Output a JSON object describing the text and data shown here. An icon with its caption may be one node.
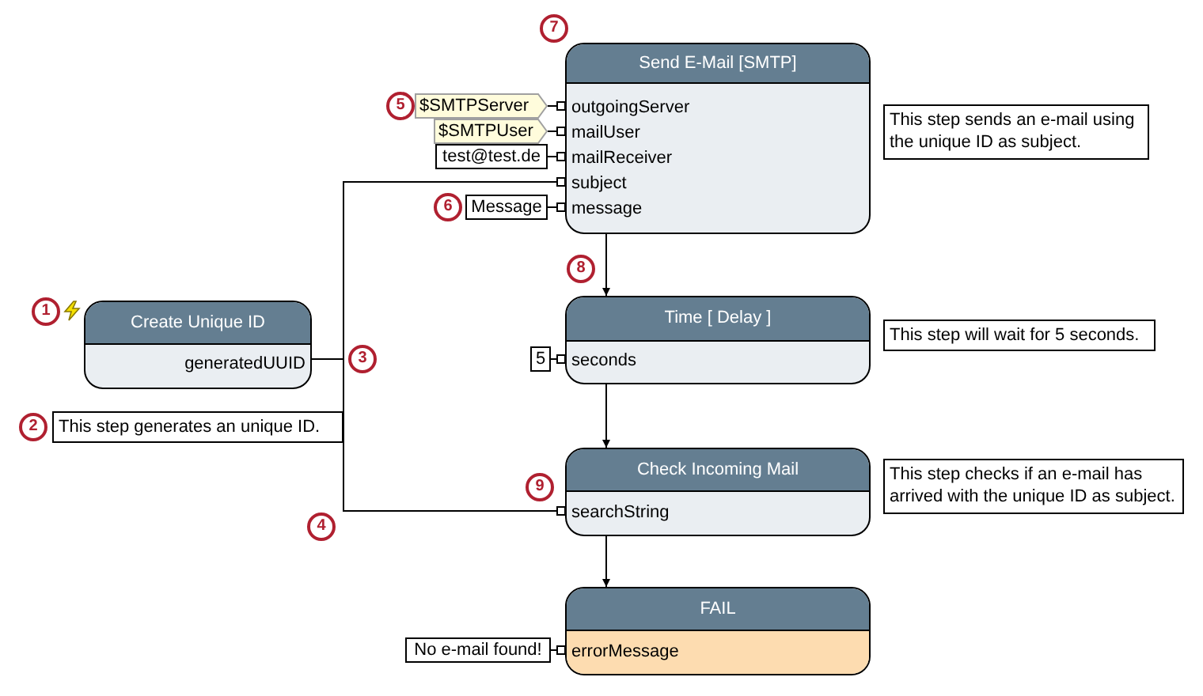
{
  "diagram": {
    "nodes": [
      {
        "text": [
          "Create Unique ID",
          "generatedUUID"
        ]
      },
      {
        "text": [
          "This step generates an unique ID."
        ]
      },
      {
        "text": [
          "$SMTPServer"
        ]
      },
      {
        "text": [
          "$SMTPUser"
        ]
      },
      {
        "text": [
          "test@test.de"
        ]
      },
      {
        "text": [
          "Message"
        ]
      },
      {
        "text": [
          "Send E-Mail [SMTP]",
          "outgoingServer",
          "mailUser",
          "mailReceiver",
          "subject",
          "message"
        ]
      },
      {
        "text": [
          "This step sends an e-mail using the unique ID as subject."
        ]
      },
      {
        "text": [
          "5"
        ]
      },
      {
        "text": [
          "Time [ Delay ]",
          "seconds"
        ]
      },
      {
        "text": [
          "This step will wait for 5 seconds."
        ]
      },
      {
        "text": [
          "Check Incoming Mail",
          "searchString"
        ]
      },
      {
        "text": [
          "This step checks if an e-mail has arrived with the unique ID as subject."
        ]
      },
      {
        "text": [
          "No e-mail found!"
        ]
      },
      {
        "text": [
          "FAIL",
          "errorMessage"
        ]
      }
    ],
    "edges": [
      {
        "from": 0,
        "to": 6,
        "arrow": "other"
      },
      {
        "from": 0,
        "to": 11,
        "arrow": "other"
      },
      {
        "from": 2,
        "to": 6,
        "arrow": "other"
      },
      {
        "from": 3,
        "to": 6,
        "arrow": "other"
      },
      {
        "from": 4,
        "to": 6,
        "arrow": "other"
      },
      {
        "from": 5,
        "to": 6,
        "arrow": "other"
      },
      {
        "from": 8,
        "to": 9,
        "arrow": "other"
      },
      {
        "from": 13,
        "to": 14,
        "arrow": "other"
      },
      {
        "from": 6,
        "to": 9,
        "arrow": "to"
      },
      {
        "from": 9,
        "to": 11,
        "arrow": "to"
      },
      {
        "from": 11,
        "to": 14,
        "arrow": "to"
      }
    ],
    "labels": [
      "7",
      "5",
      "6",
      "8",
      "1",
      "3",
      "2",
      "9",
      "4"
    ]
  }
}
